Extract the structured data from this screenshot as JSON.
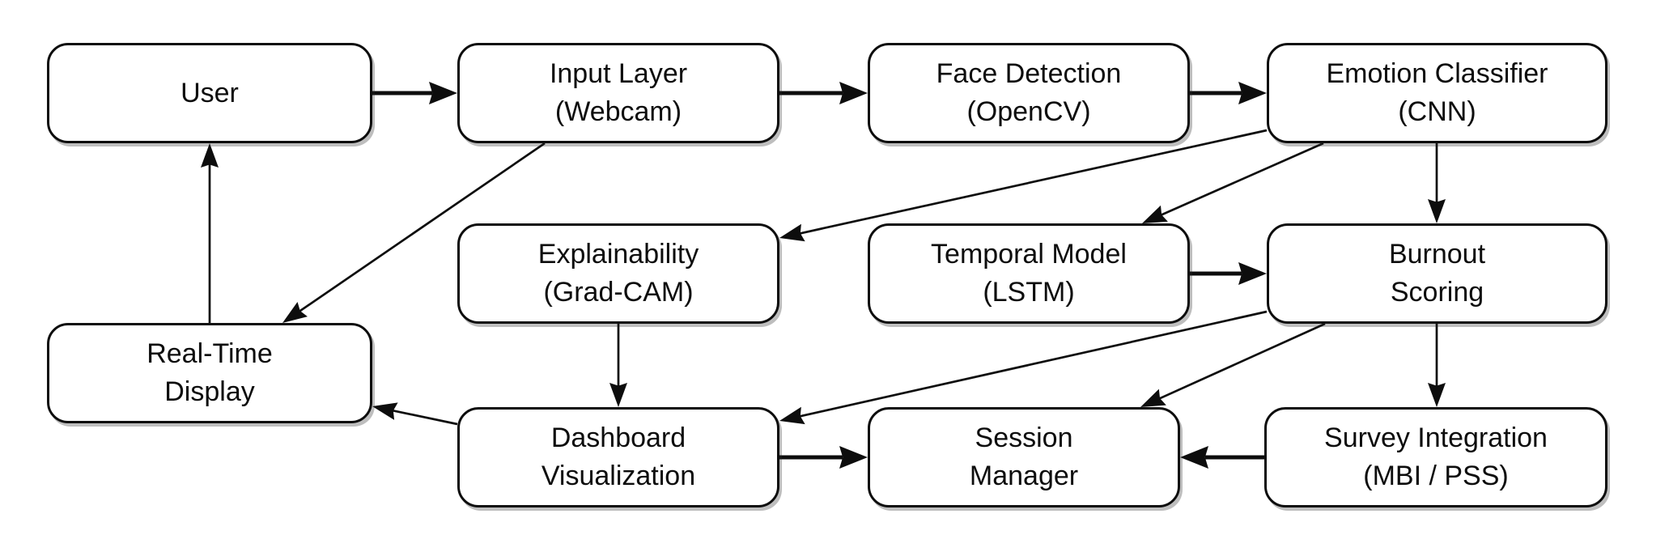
{
  "diagram": {
    "description": "System architecture flowchart for a webcam-based emotion and burnout detection pipeline",
    "colors": {
      "stroke": "#0d0d0d",
      "box_fill": "#ffffff",
      "text": "#0d0d0d",
      "background": "#ffffff"
    },
    "nodes": {
      "user": {
        "lines": [
          "User"
        ]
      },
      "input": {
        "lines": [
          "Input Layer",
          "(Webcam)"
        ]
      },
      "face": {
        "lines": [
          "Face Detection",
          "(OpenCV)"
        ]
      },
      "ecnn": {
        "lines": [
          "Emotion Classifier",
          "(CNN)"
        ]
      },
      "expl": {
        "lines": [
          "Explainability",
          "(Grad-CAM)"
        ]
      },
      "temporal": {
        "lines": [
          "Temporal Model",
          "(LSTM)"
        ]
      },
      "burnout": {
        "lines": [
          "Burnout",
          "Scoring"
        ]
      },
      "rtd": {
        "lines": [
          "Real-Time",
          "Display"
        ]
      },
      "dashboard": {
        "lines": [
          "Dashboard",
          "Visualization"
        ]
      },
      "session": {
        "lines": [
          "Session",
          "Manager"
        ]
      },
      "survey": {
        "lines": [
          "Survey Integration",
          "(MBI / PSS)"
        ]
      }
    },
    "edges": [
      {
        "from": "user",
        "to": "input"
      },
      {
        "from": "input",
        "to": "face"
      },
      {
        "from": "face",
        "to": "ecnn"
      },
      {
        "from": "ecnn",
        "to": "expl"
      },
      {
        "from": "ecnn",
        "to": "temporal"
      },
      {
        "from": "ecnn",
        "to": "burnout"
      },
      {
        "from": "temporal",
        "to": "burnout"
      },
      {
        "from": "input",
        "to": "rtd"
      },
      {
        "from": "rtd",
        "to": "user"
      },
      {
        "from": "expl",
        "to": "dashboard"
      },
      {
        "from": "burnout",
        "to": "dashboard"
      },
      {
        "from": "burnout",
        "to": "session"
      },
      {
        "from": "burnout",
        "to": "survey"
      },
      {
        "from": "dashboard",
        "to": "session"
      },
      {
        "from": "survey",
        "to": "session"
      },
      {
        "from": "dashboard",
        "to": "rtd"
      }
    ]
  }
}
